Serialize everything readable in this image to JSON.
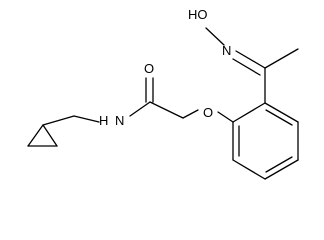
{
  "molecule": {
    "atom_labels": {
      "hydroxyl": "HO",
      "oxime_n": "N",
      "carbonyl_o": "O",
      "ether_o": "O",
      "amide_n": "N",
      "amide_h": "H"
    }
  },
  "colors": {
    "bond": "#000000",
    "label": "#000000",
    "background": "#ffffff"
  }
}
